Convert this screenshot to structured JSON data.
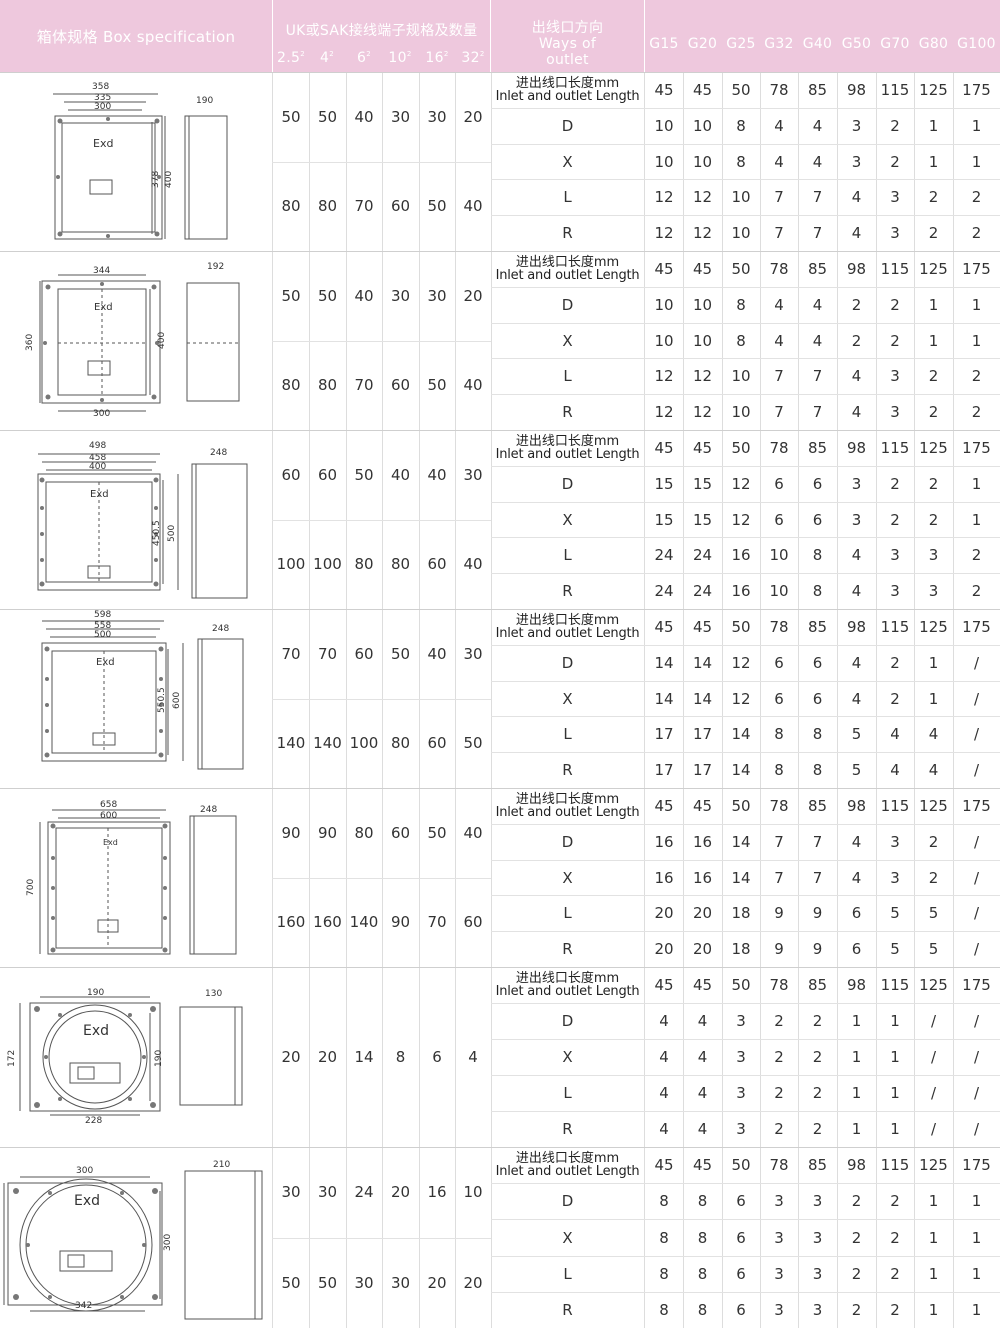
{
  "header": {
    "box_spec": "箱体规格 Box specification",
    "terminal_title": "UK或SAK接线端子规格及数量",
    "terminal_sizes": [
      "2.5",
      "4",
      "6",
      "10",
      "16",
      "32"
    ],
    "terminal_sizes_sup": "2",
    "ways_lines": [
      "出线口方向",
      "Ways of",
      "outlet"
    ],
    "gland_sizes": [
      "G15",
      "G20",
      "G25",
      "G32",
      "G40",
      "G50",
      "G70",
      "G80",
      "G100"
    ]
  },
  "row_labels": {
    "length_cn": "进出线口长度mm",
    "length_en": "Inlet and outlet Length",
    "directions": [
      "D",
      "X",
      "L",
      "R"
    ]
  },
  "drawing_labels": {
    "exd": "Exd"
  },
  "boxes": [
    {
      "dims": [
        "358",
        "335",
        "300",
        "190",
        "378",
        "400"
      ],
      "terminals_top": [
        "50",
        "50",
        "40",
        "30",
        "30",
        "20"
      ],
      "terminals_bottom": [
        "80",
        "80",
        "70",
        "60",
        "50",
        "40"
      ],
      "length": [
        "45",
        "45",
        "50",
        "78",
        "85",
        "98",
        "115",
        "125",
        "175"
      ],
      "rows": [
        [
          "10",
          "10",
          "8",
          "4",
          "4",
          "3",
          "2",
          "1",
          "1"
        ],
        [
          "10",
          "10",
          "8",
          "4",
          "4",
          "3",
          "2",
          "1",
          "1"
        ],
        [
          "12",
          "12",
          "10",
          "7",
          "7",
          "4",
          "3",
          "2",
          "2"
        ],
        [
          "12",
          "12",
          "10",
          "7",
          "7",
          "4",
          "3",
          "2",
          "2"
        ]
      ]
    },
    {
      "dims": [
        "344",
        "192",
        "360",
        "400",
        "300"
      ],
      "terminals_top": [
        "50",
        "50",
        "40",
        "30",
        "30",
        "20"
      ],
      "terminals_bottom": [
        "80",
        "80",
        "70",
        "60",
        "50",
        "40"
      ],
      "length": [
        "45",
        "45",
        "50",
        "78",
        "85",
        "98",
        "115",
        "125",
        "175"
      ],
      "rows": [
        [
          "10",
          "10",
          "8",
          "4",
          "4",
          "2",
          "2",
          "1",
          "1"
        ],
        [
          "10",
          "10",
          "8",
          "4",
          "4",
          "2",
          "2",
          "1",
          "1"
        ],
        [
          "12",
          "12",
          "10",
          "7",
          "7",
          "4",
          "3",
          "2",
          "2"
        ],
        [
          "12",
          "12",
          "10",
          "7",
          "7",
          "4",
          "3",
          "2",
          "2"
        ]
      ]
    },
    {
      "dims": [
        "498",
        "458",
        "400",
        "248",
        "450.5",
        "500"
      ],
      "terminals_top": [
        "60",
        "60",
        "50",
        "40",
        "40",
        "30"
      ],
      "terminals_bottom": [
        "100",
        "100",
        "80",
        "80",
        "60",
        "40"
      ],
      "length": [
        "45",
        "45",
        "50",
        "78",
        "85",
        "98",
        "115",
        "125",
        "175"
      ],
      "rows": [
        [
          "15",
          "15",
          "12",
          "6",
          "6",
          "3",
          "2",
          "2",
          "1"
        ],
        [
          "15",
          "15",
          "12",
          "6",
          "6",
          "3",
          "2",
          "2",
          "1"
        ],
        [
          "24",
          "24",
          "16",
          "10",
          "8",
          "4",
          "3",
          "3",
          "2"
        ],
        [
          "24",
          "24",
          "16",
          "10",
          "8",
          "4",
          "3",
          "3",
          "2"
        ]
      ]
    },
    {
      "dims": [
        "598",
        "558",
        "500",
        "248",
        "550.5",
        "600"
      ],
      "terminals_top": [
        "70",
        "70",
        "60",
        "50",
        "40",
        "30"
      ],
      "terminals_bottom": [
        "140",
        "140",
        "100",
        "80",
        "60",
        "50"
      ],
      "length": [
        "45",
        "45",
        "50",
        "78",
        "85",
        "98",
        "115",
        "125",
        "175"
      ],
      "rows": [
        [
          "14",
          "14",
          "12",
          "6",
          "6",
          "4",
          "2",
          "1",
          "/"
        ],
        [
          "14",
          "14",
          "12",
          "6",
          "6",
          "4",
          "2",
          "1",
          "/"
        ],
        [
          "17",
          "17",
          "14",
          "8",
          "8",
          "5",
          "4",
          "4",
          "/"
        ],
        [
          "17",
          "17",
          "14",
          "8",
          "8",
          "5",
          "4",
          "4",
          "/"
        ]
      ]
    },
    {
      "dims": [
        "658",
        "600",
        "248",
        "700"
      ],
      "terminals_top": [
        "90",
        "90",
        "80",
        "60",
        "50",
        "40"
      ],
      "terminals_bottom": [
        "160",
        "160",
        "140",
        "90",
        "70",
        "60"
      ],
      "length": [
        "45",
        "45",
        "50",
        "78",
        "85",
        "98",
        "115",
        "125",
        "175"
      ],
      "rows": [
        [
          "16",
          "16",
          "14",
          "7",
          "7",
          "4",
          "3",
          "2",
          "/"
        ],
        [
          "16",
          "16",
          "14",
          "7",
          "7",
          "4",
          "3",
          "2",
          "/"
        ],
        [
          "20",
          "20",
          "18",
          "9",
          "9",
          "6",
          "5",
          "5",
          "/"
        ],
        [
          "20",
          "20",
          "18",
          "9",
          "9",
          "6",
          "5",
          "5",
          "/"
        ]
      ]
    },
    {
      "dims": [
        "190",
        "130",
        "172",
        "190",
        "228"
      ],
      "terminals_single": [
        "20",
        "20",
        "14",
        "8",
        "6",
        "4"
      ],
      "length": [
        "45",
        "45",
        "50",
        "78",
        "85",
        "98",
        "115",
        "125",
        "175"
      ],
      "rows": [
        [
          "4",
          "4",
          "3",
          "2",
          "2",
          "1",
          "1",
          "/",
          "/"
        ],
        [
          "4",
          "4",
          "3",
          "2",
          "2",
          "1",
          "1",
          "/",
          "/"
        ],
        [
          "4",
          "4",
          "3",
          "2",
          "2",
          "1",
          "1",
          "/",
          "/"
        ],
        [
          "4",
          "4",
          "3",
          "2",
          "2",
          "1",
          "1",
          "/",
          "/"
        ]
      ]
    },
    {
      "dims": [
        "300",
        "210",
        "300",
        "342"
      ],
      "terminals_top": [
        "30",
        "30",
        "24",
        "20",
        "16",
        "10"
      ],
      "terminals_bottom": [
        "50",
        "50",
        "30",
        "30",
        "20",
        "20"
      ],
      "length": [
        "45",
        "45",
        "50",
        "78",
        "85",
        "98",
        "115",
        "125",
        "175"
      ],
      "rows": [
        [
          "8",
          "8",
          "6",
          "3",
          "3",
          "2",
          "2",
          "1",
          "1"
        ],
        [
          "8",
          "8",
          "6",
          "3",
          "3",
          "2",
          "2",
          "1",
          "1"
        ],
        [
          "8",
          "8",
          "6",
          "3",
          "3",
          "2",
          "2",
          "1",
          "1"
        ],
        [
          "8",
          "8",
          "6",
          "3",
          "3",
          "2",
          "2",
          "1",
          "1"
        ]
      ]
    }
  ]
}
